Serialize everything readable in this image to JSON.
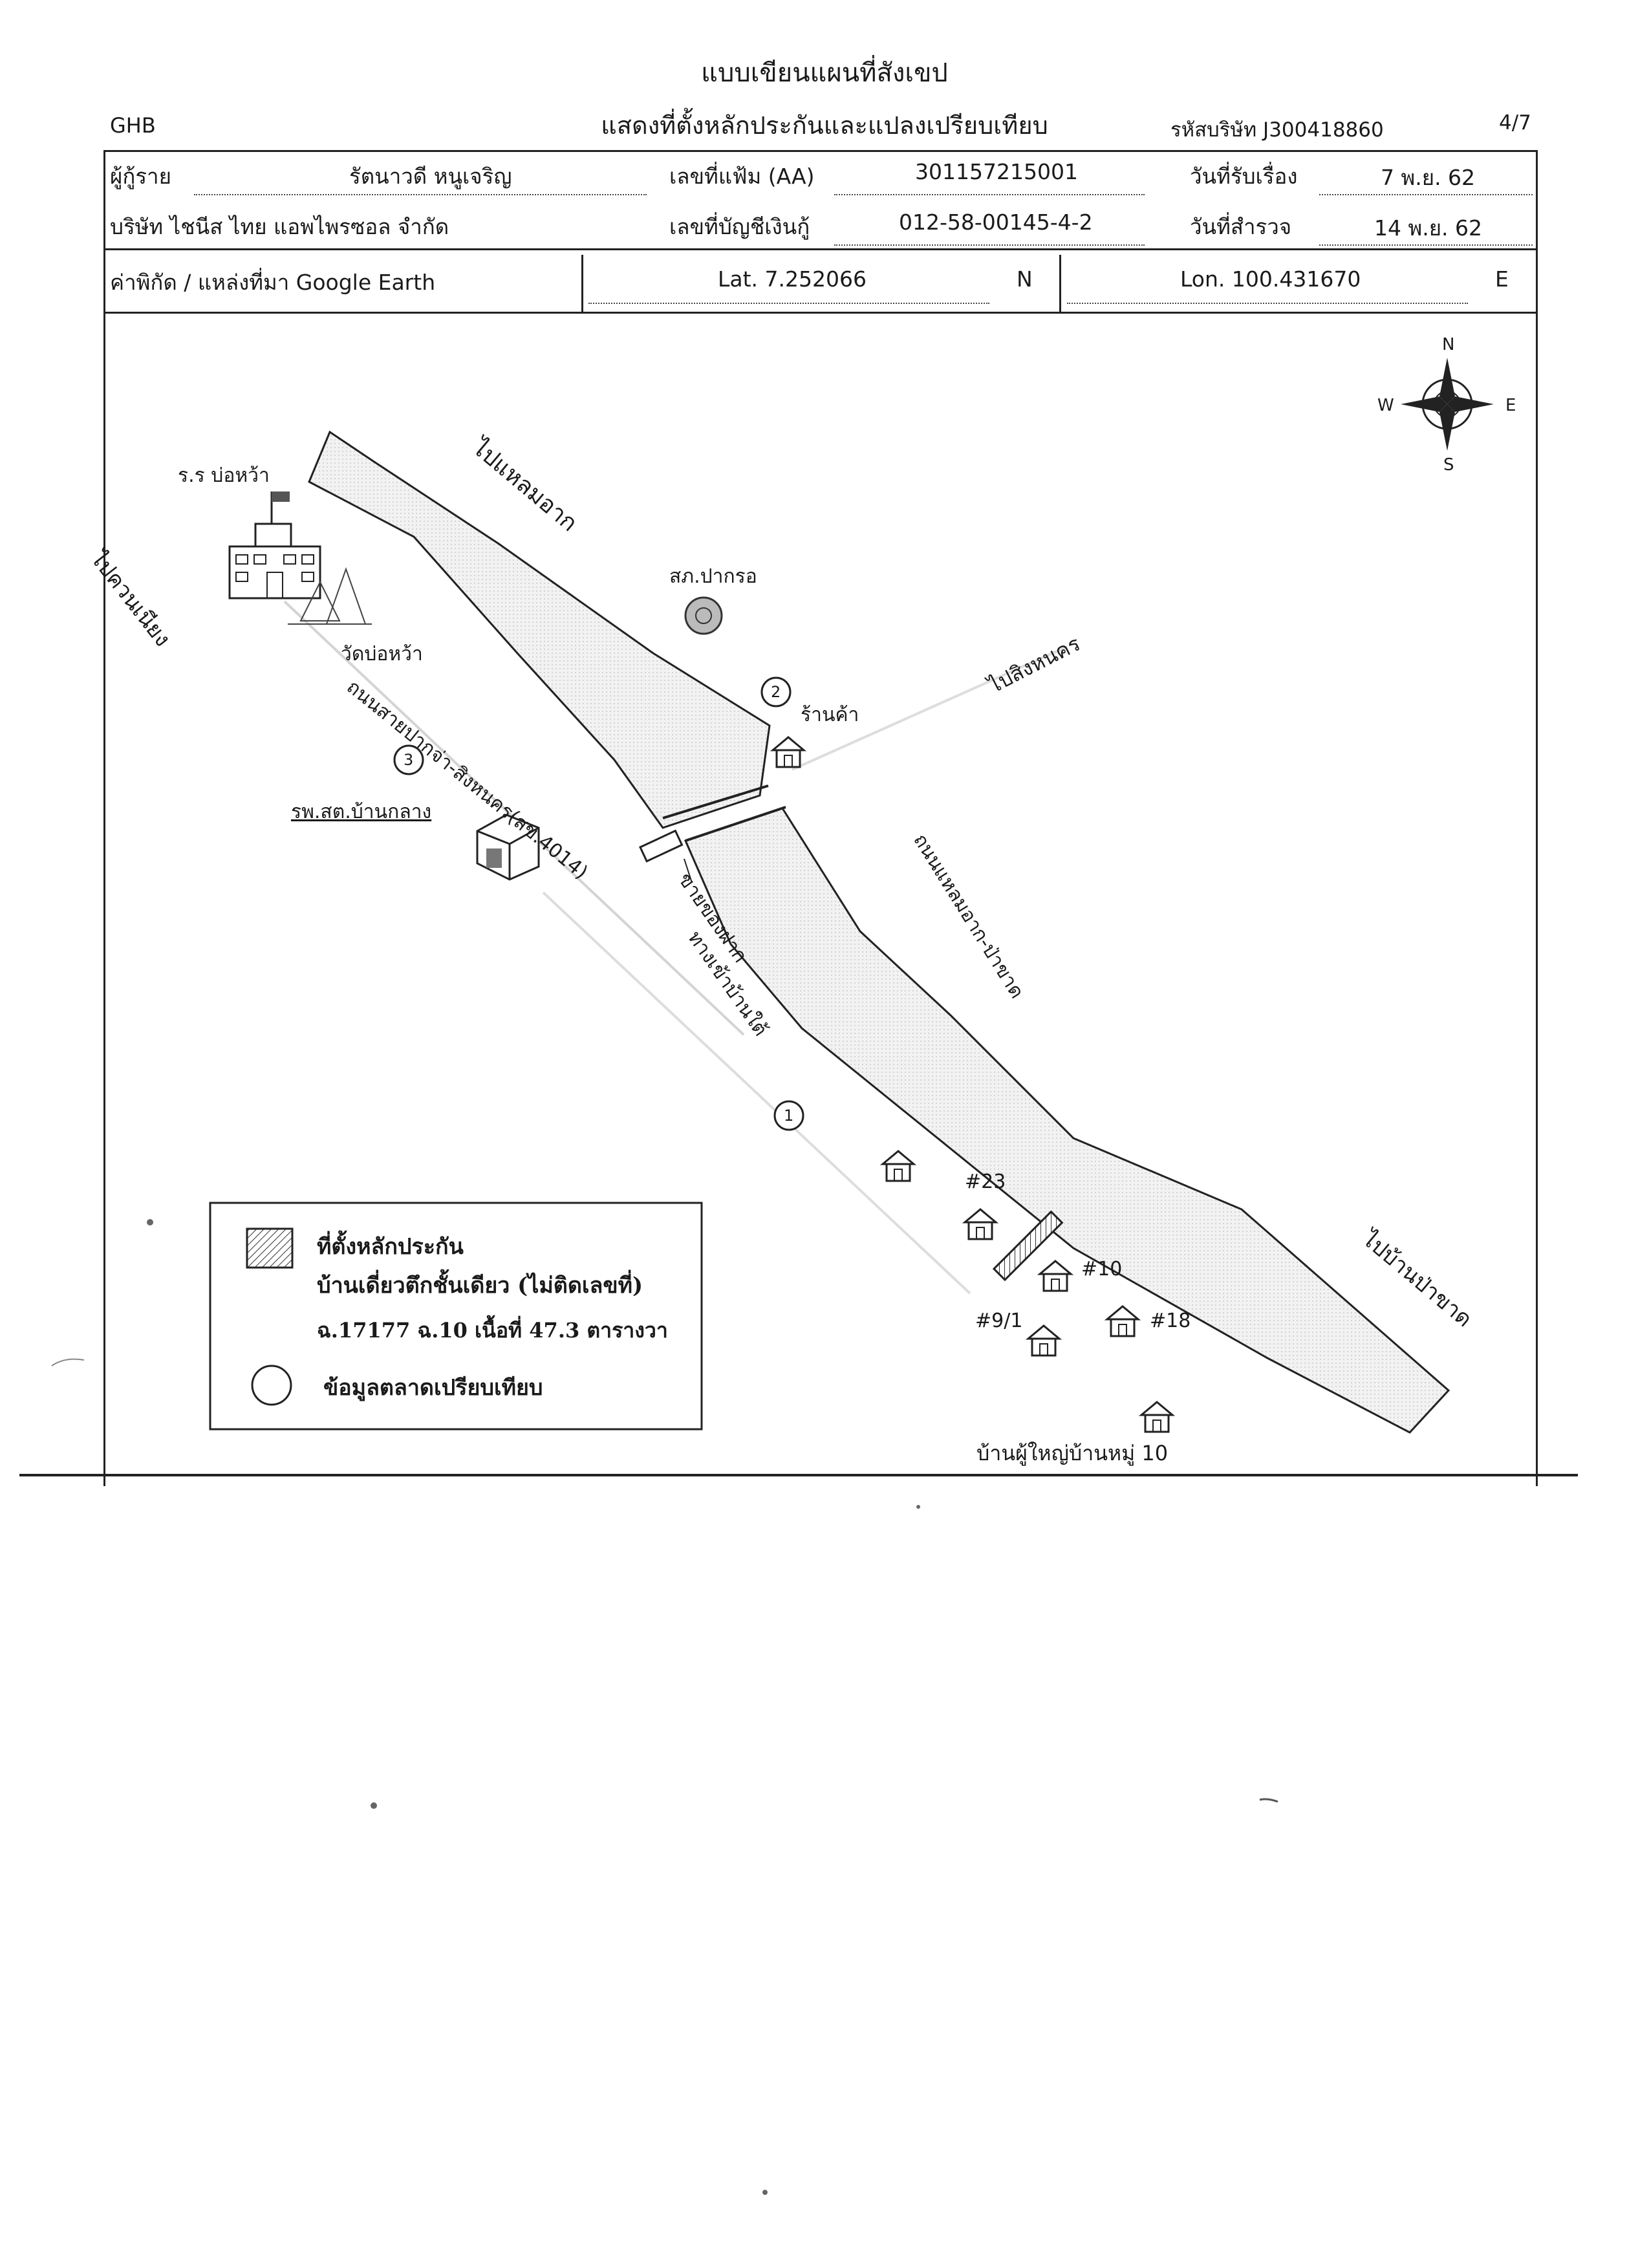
{
  "header": {
    "title_line1": "แบบเขียนแผนที่สังเขป",
    "title_line2": "แสดงที่ตั้งหลักประกันและแปลงเปรียบเทียบ",
    "org": "GHB",
    "company_code": "รหัสบริษัท J300418860",
    "page": "4/7"
  },
  "info": {
    "borrower_label": "ผู้กู้ราย",
    "borrower_name": "รัตนาวดี หนูเจริญ",
    "file_no_label": "เลขที่แฟ้ม (AA)",
    "file_no": "301157215001",
    "received_label": "วันที่รับเรื่อง",
    "received_date": "7 พ.ย. 62",
    "company": "บริษัท ไชนีส ไทย แอพไพรซอล จำกัด",
    "account_label": "เลขที่บัญชีเงินกู้",
    "account_no": "012-58-00145-4-2",
    "survey_label": "วันที่สำรวจ",
    "survey_date": "14 พ.ย. 62",
    "coord_label": "ค่าพิกัด / แหล่งที่มา Google Earth",
    "lat": "Lat. 7.252066",
    "lat_dir": "N",
    "lon": "Lon. 100.431670",
    "lon_dir": "E"
  },
  "compass": {
    "n": "N",
    "s": "S",
    "e": "E",
    "w": "W"
  },
  "map_labels": {
    "school": "ร.ร บ่อหว้า",
    "to_khuan_niang": "ไปควนเนียง",
    "to_laem_og": "ไปแหลมอาก",
    "police": "สภ.ปากรอ",
    "temple": "วัดบ่อหว้า",
    "road_4014": "ถนนสายปากจ่า-สิงหนคร(สข.4014)",
    "to_singhanakhon": "ไปสิงหนคร",
    "shop": "ร้านค้า",
    "marker_1": "1",
    "marker_2": "2",
    "marker_3": "3",
    "hospital": "รพ.สต.บ้านกลาง",
    "stall": "ขายของฝาก",
    "path_to_house": "ทางเข้าบ้านใต้",
    "road_laem_og": "ถนนแหลมอาก-ป่าขาด",
    "to_ban_pa_khat": "ไปบ้านป่าขาด",
    "h23": "#23",
    "h10": "#10",
    "h9": "#9/1",
    "h18": "#18",
    "headman": "บ้านผู้ใหญ่บ้านหมู่ 10"
  },
  "legend": {
    "collateral_title": "ที่ตั้งหลักประกัน",
    "collateral_desc": "บ้านเดี่ยวตึกชั้นเดียว (ไม่ติดเลขที่)",
    "collateral_deed": "ฉ.17177 ฉ.10 เนื้อที่ 47.3 ตารางวา",
    "market_data": "ข้อมูลตลาดเปรียบเทียบ"
  }
}
